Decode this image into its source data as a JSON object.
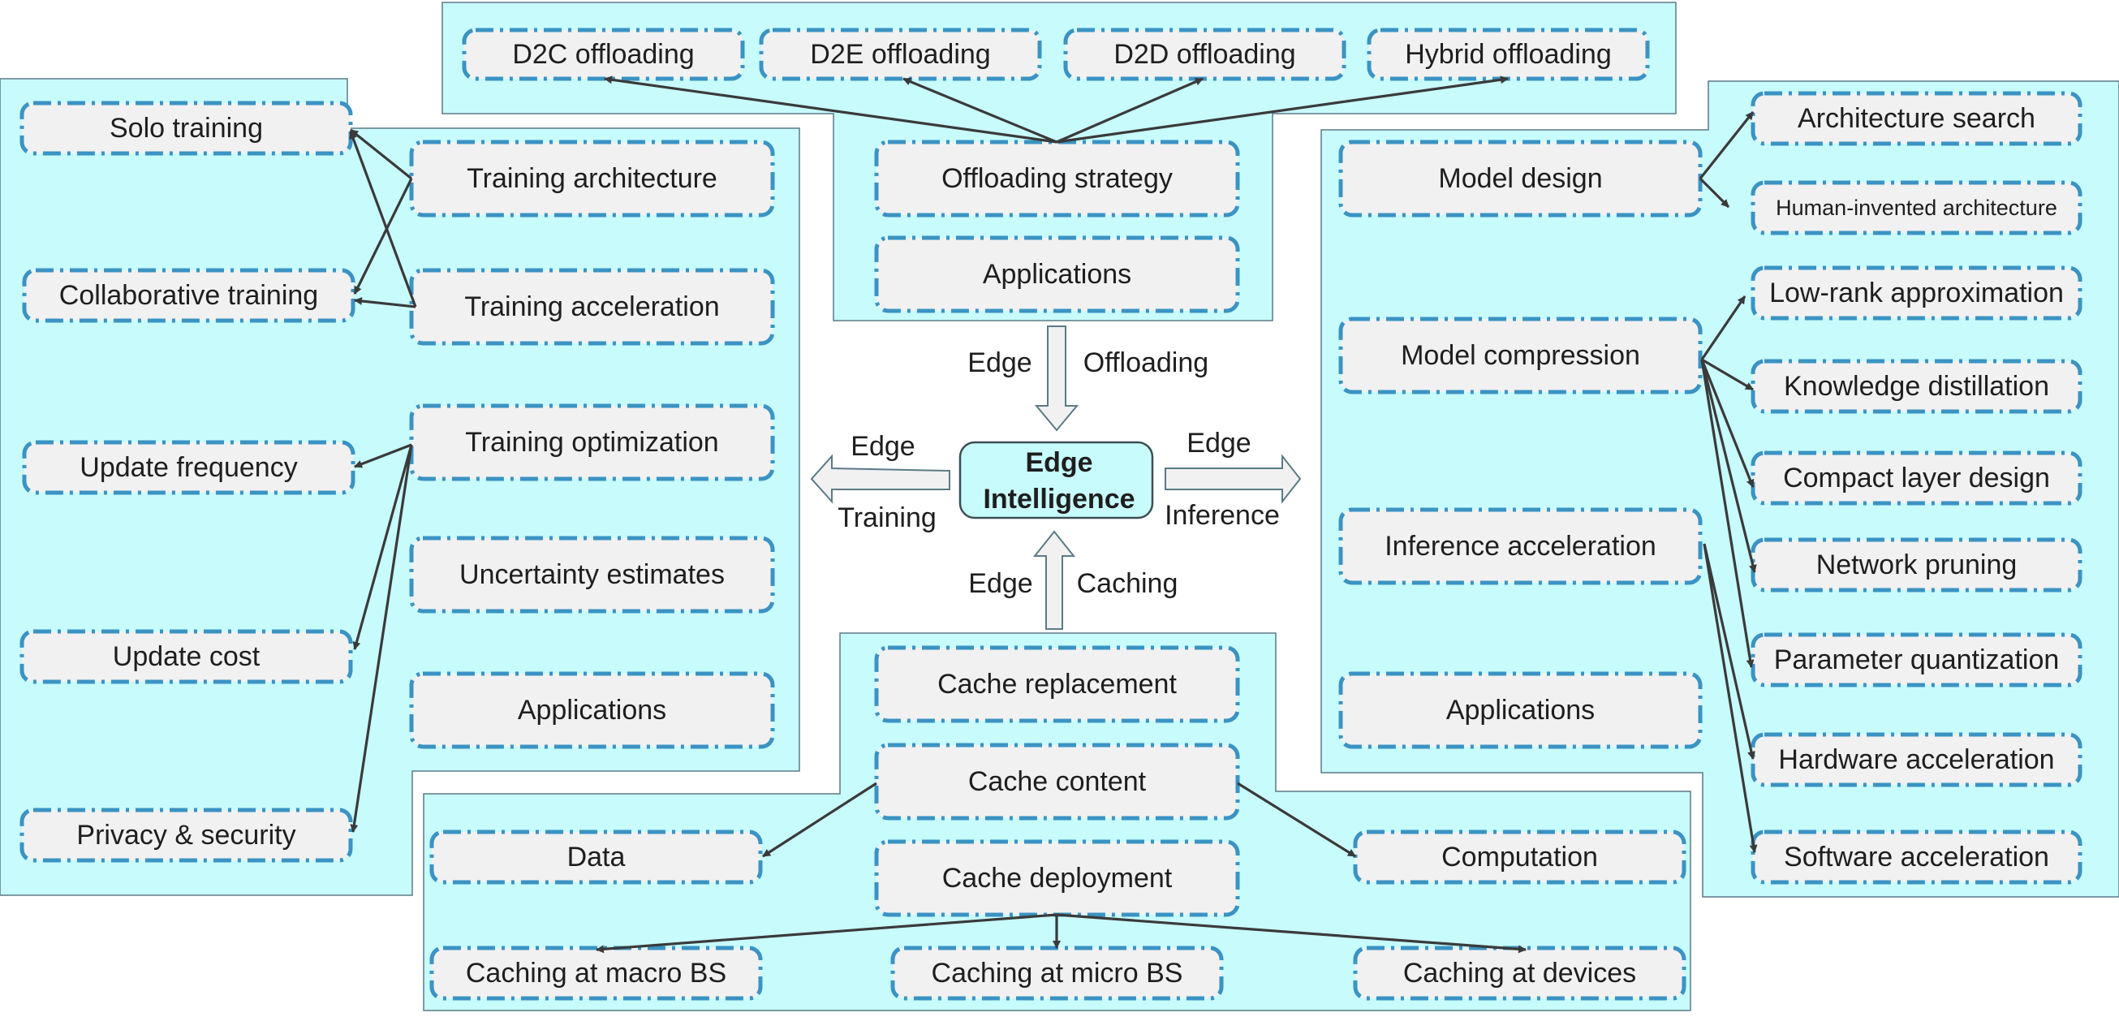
{
  "title": "Edge Intelligence",
  "colors": {
    "panel_fill": "#c8fbfc",
    "box_fill": "#f1f1f1",
    "box_border": "#3a93c3",
    "arrow": "#3a3a3a",
    "text": "#1e1e1e"
  },
  "center": {
    "line1": "Edge",
    "line2": "Intelligence"
  },
  "flows": {
    "offloading": {
      "left": "Edge",
      "right": "Offloading"
    },
    "training": {
      "top": "Edge",
      "bottom": "Training"
    },
    "inference": {
      "top": "Edge",
      "bottom": "Inference"
    },
    "caching": {
      "left": "Edge",
      "right": "Caching"
    }
  },
  "offloading": {
    "types": [
      "D2C offloading",
      "D2E offloading",
      "D2D offloading",
      "Hybrid offloading"
    ],
    "strategy": "Offloading strategy",
    "applications": "Applications"
  },
  "training": {
    "categories": [
      "Training architecture",
      "Training acceleration",
      "Training optimization",
      "Uncertainty estimates",
      "Applications"
    ],
    "leaves": [
      "Solo training",
      "Collaborative training",
      "Update frequency",
      "Update cost",
      "Privacy & security"
    ]
  },
  "inference": {
    "categories": [
      "Model design",
      "Model compression",
      "Inference acceleration",
      "Applications"
    ],
    "leaves": [
      "Architecture search",
      "Human-invented architecture",
      "Low-rank approximation",
      "Knowledge distillation",
      "Compact layer design",
      "Network pruning",
      "Parameter quantization",
      "Hardware acceleration",
      "Software acceleration"
    ]
  },
  "caching": {
    "categories": [
      "Cache replacement",
      "Cache content",
      "Cache deployment"
    ],
    "content_leaves": [
      "Data",
      "Computation"
    ],
    "deployment_leaves": [
      "Caching at macro BS",
      "Caching at micro BS",
      "Caching at devices"
    ]
  }
}
